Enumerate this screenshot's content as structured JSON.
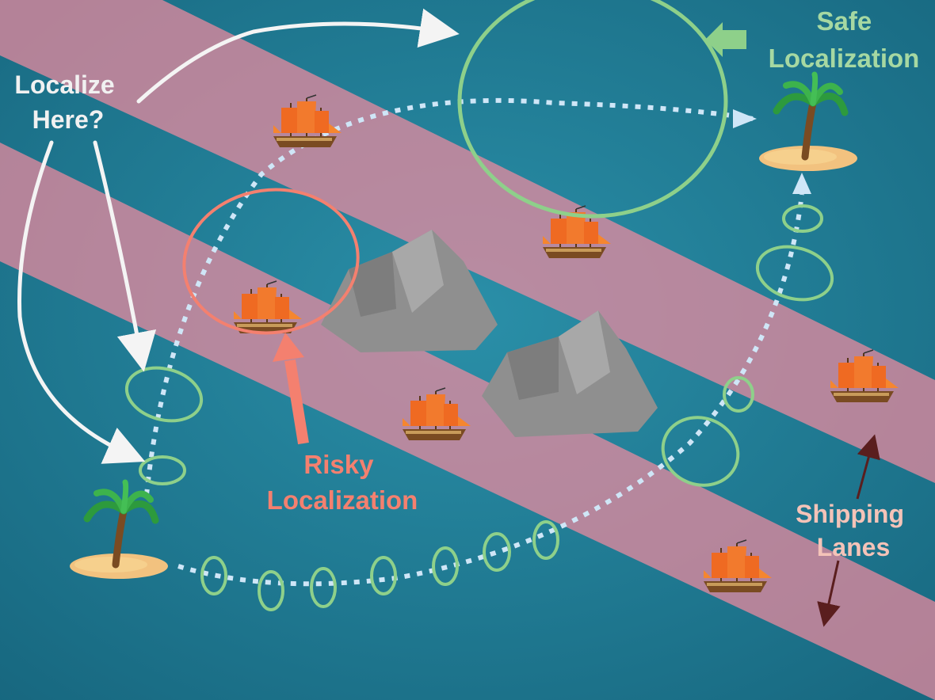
{
  "labels": {
    "localize_line1": "Localize",
    "localize_line2": "Here?",
    "safe_line1": "Safe",
    "safe_line2": "Localization",
    "risky_line1": "Risky",
    "risky_line2": "Localization",
    "shipping_line1": "Shipping",
    "shipping_line2": "Lanes"
  },
  "colors": {
    "ocean": "#1f7f98",
    "shipping_lane": "#f08aa0",
    "safe_green": "#8ed08a",
    "risky_red": "#f4806f",
    "path_dotted": "#cfe6f7",
    "sand": "#f2c27f",
    "rock": "#8f8f8f",
    "sail": "#ef6a22",
    "hull": "#7a4b22",
    "shipping_arrow": "#5a1e1e"
  },
  "icons": [
    "island-icon",
    "ship-icon",
    "rock-icon",
    "arrow-icon"
  ]
}
